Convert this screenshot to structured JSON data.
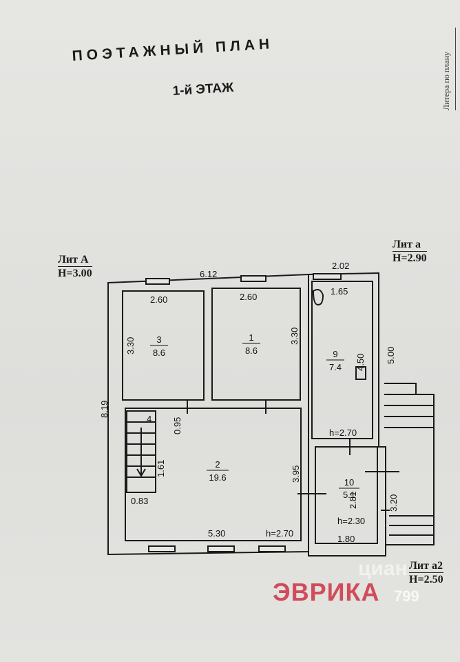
{
  "header": {
    "title": "ПОЭТАЖНЫЙ ПЛАН",
    "floor": "1-й ЭТАЖ",
    "side_note": "Литера по плану"
  },
  "literas": {
    "a": {
      "name": "Лит А",
      "height": "Н=3.00"
    },
    "b": {
      "name": "Лит а",
      "height": "Н=2.90"
    },
    "c": {
      "name": "Лит а2",
      "height": "Н=2.50"
    }
  },
  "dimensions": {
    "top_total": "6.12",
    "top_a": "2.02",
    "left_total": "8.19",
    "right_a": "5.00",
    "room3_width": "2.60",
    "room3_height": "3.30",
    "room1_width": "2.60",
    "room1_height": "3.30",
    "room9_width": "1.65",
    "room9_height": "4.50",
    "stair_gap": "0.95",
    "stair_len": "1.61",
    "stair_width": "0.83",
    "room2_width": "5.30",
    "room2_height": "3.95",
    "room10_height": "2.81",
    "room10_width": "1.80",
    "porch_height": "3.20"
  },
  "rooms": [
    {
      "num": "3",
      "area": "8.6"
    },
    {
      "num": "1",
      "area": "8.6"
    },
    {
      "num": "9",
      "area": "7.4"
    },
    {
      "num": "2",
      "area": "19.6"
    },
    {
      "num": "10",
      "area": "5.1"
    },
    {
      "num": "4",
      "area": ""
    }
  ],
  "heights": {
    "room9": "h=2.70",
    "room2": "h=2.70",
    "room10": "h=2.30"
  },
  "watermark": {
    "brand": "ЭВРИКА",
    "phone": "799",
    "site": "циан"
  }
}
